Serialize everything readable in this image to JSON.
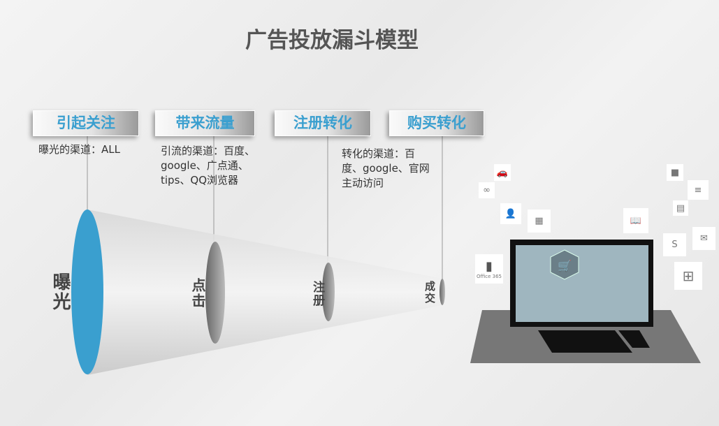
{
  "title": "广告投放漏斗模型",
  "stages": [
    {
      "header": "引起关注",
      "desc": "曝光的渠道：ALL",
      "label": "曝光"
    },
    {
      "header": "带来流量",
      "desc": "引流的渠道：百度、google、广点通、tips、QQ浏览器",
      "label": "点击"
    },
    {
      "header": "注册转化",
      "desc": "转化的渠道：百度、google、官网主动访问",
      "label": "注册"
    },
    {
      "header": "购买转化",
      "desc": "",
      "label": "成交"
    }
  ],
  "illustration": {
    "office_label": "Office 365"
  },
  "colors": {
    "accent": "#3a9fcf",
    "funnel_gray": "#8a8a8a"
  }
}
